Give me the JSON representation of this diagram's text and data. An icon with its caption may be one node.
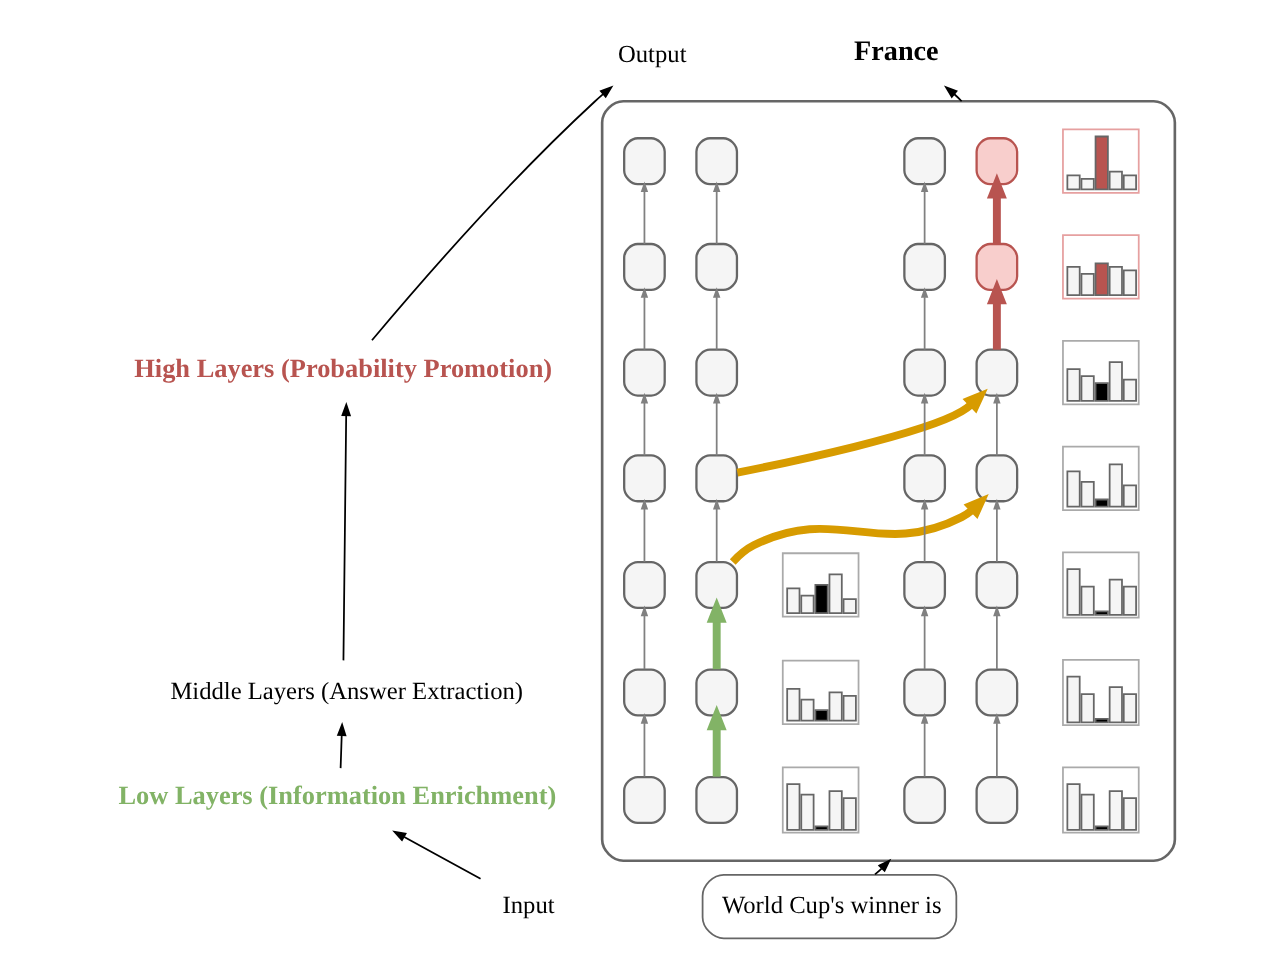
{
  "diagram": {
    "nodes": [
      {
        "text": [],
        "shape": "box"
      },
      {
        "text": [],
        "shape": "box",
        "in": 0
      },
      {
        "text": [],
        "shape": "box",
        "in": 0
      },
      {
        "text": [],
        "shape": "box",
        "in": 0
      },
      {
        "text": [],
        "shape": "box",
        "in": 0
      },
      {
        "text": [],
        "shape": "box",
        "in": 0
      },
      {
        "text": [],
        "shape": "box",
        "in": 0
      },
      {
        "text": [],
        "shape": "box",
        "in": 0
      },
      {
        "text": [],
        "shape": "box",
        "in": 0
      },
      {
        "text": [],
        "shape": "box",
        "in": 0
      },
      {
        "text": [],
        "shape": "box",
        "in": 0
      },
      {
        "text": [],
        "shape": "box",
        "in": 0
      },
      {
        "text": [],
        "shape": "box",
        "in": 0
      },
      {
        "text": [],
        "shape": "box",
        "in": 0
      },
      {
        "text": [],
        "shape": "box",
        "in": 0
      },
      {
        "text": [],
        "shape": "box",
        "in": 0
      },
      {
        "text": [],
        "shape": "box",
        "in": 0
      },
      {
        "text": [],
        "shape": "box",
        "in": 0
      },
      {
        "text": [],
        "shape": "box",
        "in": 0
      },
      {
        "text": [],
        "shape": "box",
        "in": 0
      },
      {
        "text": [],
        "shape": "box",
        "in": 0
      },
      {
        "text": [],
        "shape": "box",
        "in": 0
      },
      {
        "text": [],
        "shape": "box",
        "in": 0
      },
      {
        "text": [],
        "shape": "box",
        "in": 0
      },
      {
        "text": [],
        "shape": "box",
        "in": 0
      },
      {
        "text": [],
        "shape": "box",
        "in": 0
      },
      {
        "text": [],
        "shape": "box",
        "in": 0
      },
      {
        "text": [],
        "shape": "box",
        "in": 0
      },
      {
        "text": [],
        "shape": "box",
        "in": 0
      },
      {
        "text": [],
        "shape": "picture",
        "in": 0
      },
      {
        "text": [],
        "shape": "picture",
        "in": 0
      },
      {
        "text": [],
        "shape": "picture",
        "in": 0
      },
      {
        "text": [],
        "shape": "picture",
        "in": 0
      },
      {
        "text": [],
        "shape": "picture",
        "in": 0
      },
      {
        "text": [],
        "shape": "picture",
        "in": 0
      },
      {
        "text": [],
        "shape": "picture",
        "in": 0
      },
      {
        "text": [],
        "shape": "picture",
        "in": 0
      },
      {
        "text": [],
        "shape": "picture",
        "in": 0
      },
      {
        "text": [],
        "shape": "picture",
        "in": 0
      },
      {
        "text": [
          "France"
        ]
      },
      {
        "text": [
          "World Cup's winner is"
        ]
      },
      {
        "text": [
          "Output"
        ]
      },
      {
        "text": [
          "High Layers (Probability Promotion)"
        ]
      },
      {
        "text": [
          "Middle Layers (Answer Extraction)"
        ]
      },
      {
        "text": [
          "Low Layers (Information Enrichment)"
        ]
      },
      {
        "text": [
          "Input"
        ]
      }
    ],
    "edges": [
      {
        "from": 25,
        "to": 21,
        "arrow": "to"
      },
      {
        "from": 21,
        "to": 17,
        "arrow": "to"
      },
      {
        "from": 17,
        "to": 13,
        "arrow": "to"
      },
      {
        "from": 13,
        "to": 9,
        "arrow": "to"
      },
      {
        "from": 9,
        "to": 5,
        "arrow": "to"
      },
      {
        "from": 5,
        "to": 1,
        "arrow": "to"
      },
      {
        "from": 26,
        "to": 22,
        "arrow": "to",
        "style": "thick",
        "color": "#82b366"
      },
      {
        "from": 22,
        "to": 18,
        "arrow": "to",
        "style": "thick",
        "color": "#82b366"
      },
      {
        "from": 18,
        "to": 14,
        "arrow": "to"
      },
      {
        "from": 14,
        "to": 10,
        "arrow": "to"
      },
      {
        "from": 10,
        "to": 6,
        "arrow": "to"
      },
      {
        "from": 6,
        "to": 2,
        "arrow": "to"
      },
      {
        "from": 27,
        "to": 23,
        "arrow": "to"
      },
      {
        "from": 23,
        "to": 19,
        "arrow": "to"
      },
      {
        "from": 19,
        "to": 15,
        "arrow": "to"
      },
      {
        "from": 15,
        "to": 11,
        "arrow": "to"
      },
      {
        "from": 11,
        "to": 7,
        "arrow": "to"
      },
      {
        "from": 7,
        "to": 3,
        "arrow": "to"
      },
      {
        "from": 28,
        "to": 24,
        "arrow": "to"
      },
      {
        "from": 24,
        "to": 20,
        "arrow": "to"
      },
      {
        "from": 20,
        "to": 16,
        "arrow": "to"
      },
      {
        "from": 16,
        "to": 12,
        "arrow": "to"
      },
      {
        "from": 12,
        "to": 8,
        "arrow": "to",
        "style": "thick",
        "color": "#b85450"
      },
      {
        "from": 8,
        "to": 4,
        "arrow": "to",
        "style": "thick",
        "color": "#b85450"
      },
      {
        "from": 18,
        "to": 16,
        "arrow": "to",
        "style": "thick",
        "color": "#d79b00"
      },
      {
        "from": 14,
        "to": 12,
        "arrow": "to",
        "style": "thick",
        "color": "#d79b00"
      },
      {
        "from": 40,
        "to": 0,
        "arrow": "to",
        "color": "#000000"
      },
      {
        "from": 0,
        "to": 39,
        "arrow": "to",
        "color": "#000000"
      },
      {
        "from": 45,
        "to": 44,
        "arrow": "to",
        "color": "#000000"
      },
      {
        "from": 44,
        "to": 43,
        "arrow": "to",
        "color": "#000000"
      },
      {
        "from": 43,
        "to": 42,
        "arrow": "to",
        "color": "#000000"
      },
      {
        "from": 42,
        "to": 41,
        "arrow": "to",
        "color": "#000000"
      }
    ]
  }
}
